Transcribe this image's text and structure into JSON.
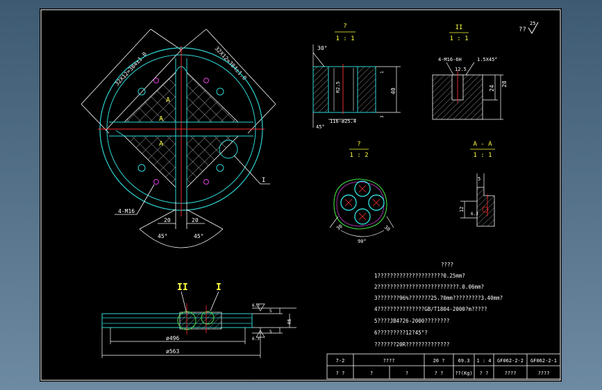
{
  "corner": {
    "label": "??",
    "roughness": "25"
  },
  "views": {
    "section1": {
      "title": "?",
      "scale": "1 : 1"
    },
    "section2": {
      "title": "II",
      "scale": "1 : 1"
    },
    "detail": {
      "title": "?",
      "scale": "1 : 2"
    },
    "sectionA": {
      "title": "A - A",
      "scale": "1 : 1"
    }
  },
  "dims": {
    "diag_left": "32X12=384±1.0",
    "diag_right": "32X12=384±1.0",
    "holes": "4-M16",
    "left20": "20",
    "right20": "20",
    "ang_left": "45°",
    "ang_right": "45°",
    "leader_I": "I",
    "label_A1": "A",
    "label_A2": "A",
    "label_A3": "A",
    "s1_angle": "30°",
    "s1_angle2": "45°",
    "s1_bottom": "116-ø25.4",
    "s1_height": "40",
    "s1_small1": "1",
    "s1_small2": "3",
    "s1_r": "R2.5",
    "s2_thread": "4-M16-6H",
    "s2_chamfer": "1.5X45°",
    "s2_rough": "12.5",
    "s2_h1": "24",
    "s2_h2": "28",
    "d_left": "30",
    "d_right": "30",
    "d_bottom": "90°",
    "a_top": "5",
    "a_left": "12",
    "a_rough": "6.3",
    "e_I": "I",
    "e_II": "II",
    "e_phi496": "ø496",
    "e_phi563": "ø563",
    "e_46": "46",
    "e_5a": "5",
    "e_5b": "5",
    "e_63a": "6.3",
    "e_63b": "6.3"
  },
  "notes": {
    "title": "????",
    "lines": [
      "1?????????????????????0.25mm?",
      "2??????????????????????????.0.06mm?",
      "3???????96%???????25.70mm?????????3.40mm?",
      "4???????????????GB/T1804-2000?m?????",
      "5????JB4726-2000????????",
      "6?????????12?45°?",
      "???????20R??????????????"
    ]
  },
  "titleblock": {
    "r1": [
      "7-2",
      "????",
      "20  ?",
      "69.3",
      "1 : 4",
      "GF062-2-2",
      "GF062-2-1"
    ],
    "r2": [
      "?  ?",
      "?",
      "?",
      "?  ?",
      "??(Kg)",
      "?  ?",
      "????",
      "????"
    ]
  }
}
